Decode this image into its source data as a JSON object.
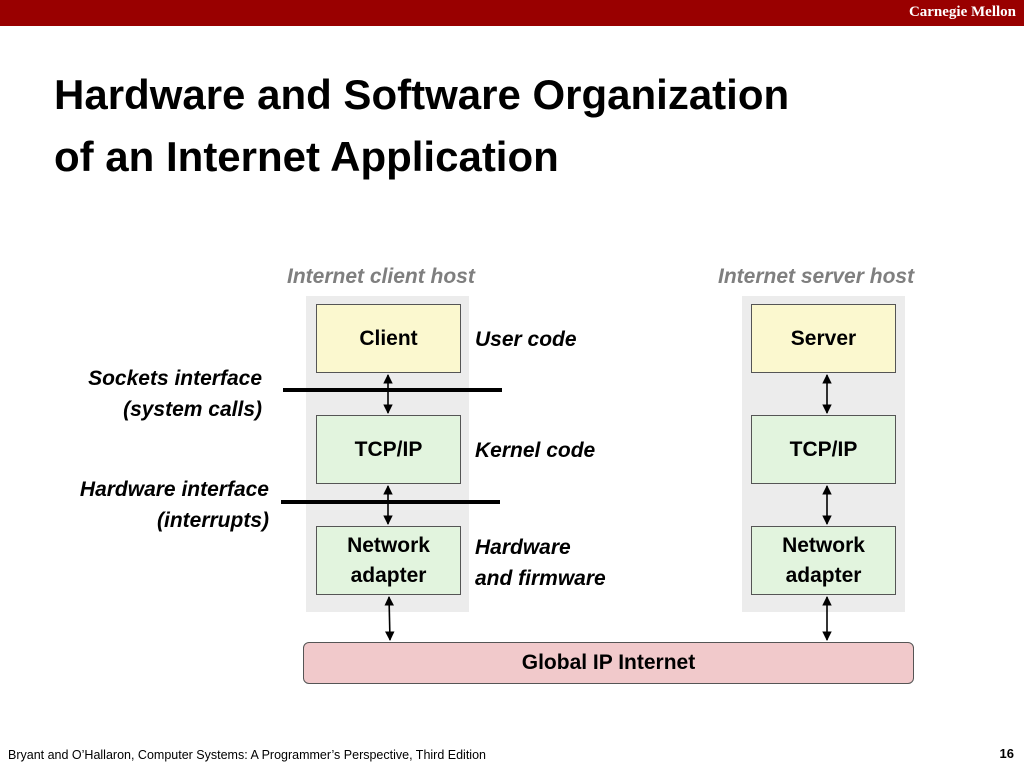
{
  "header": {
    "brand": "Carnegie Mellon"
  },
  "title": {
    "line1": "Hardware and Software Organization",
    "line2": "of an Internet Application"
  },
  "diagram": {
    "client_host_label": "Internet client host",
    "server_host_label": "Internet server host",
    "client_stack": {
      "app": "Client",
      "transport": "TCP/IP",
      "adapter_line1": "Network",
      "adapter_line2": "adapter"
    },
    "server_stack": {
      "app": "Server",
      "transport": "TCP/IP",
      "adapter_line1": "Network",
      "adapter_line2": "adapter"
    },
    "layers": {
      "user": "User code",
      "kernel": "Kernel code",
      "hw_line1": "Hardware",
      "hw_line2": "and firmware"
    },
    "interfaces": {
      "sockets_line1": "Sockets interface",
      "sockets_line2": "(system calls)",
      "hardware_line1": "Hardware interface",
      "hardware_line2": "(interrupts)"
    },
    "network": "Global IP Internet",
    "colors": {
      "app_box": "#fbf8cf",
      "system_box": "#e2f4de",
      "network_box": "#f1c9cb",
      "host_panel": "#ececec",
      "header_bar": "#990000"
    }
  },
  "footer": {
    "citation": "Bryant and O’Hallaron, Computer Systems: A Programmer’s Perspective, Third Edition",
    "page": "16"
  }
}
